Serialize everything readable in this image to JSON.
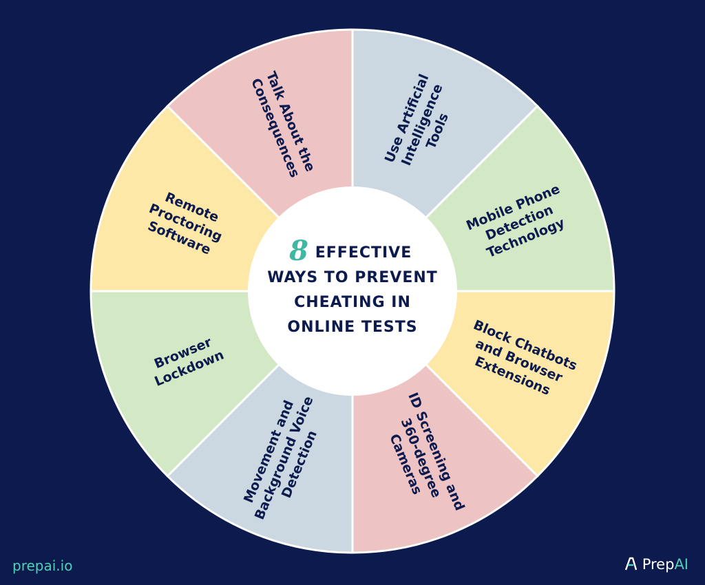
{
  "center": {
    "number": "8",
    "lines": [
      "EFFECTIVE",
      "WAYS TO PREVENT",
      "CHEATING IN",
      "ONLINE TESTS"
    ]
  },
  "segments": [
    {
      "label_lines": [
        "Use Artificial",
        "Intelligence",
        "Tools"
      ],
      "color": "#cbd8e1"
    },
    {
      "label_lines": [
        "Mobile Phone",
        "Detection",
        "Technology"
      ],
      "color": "#d3e9c6"
    },
    {
      "label_lines": [
        "Block Chatbots",
        "and Browser",
        "Extensions"
      ],
      "color": "#fde8a8"
    },
    {
      "label_lines": [
        "ID Screening and",
        "360-degree",
        "Cameras"
      ],
      "color": "#edc3c3"
    },
    {
      "label_lines": [
        "Movement and",
        "Background Voice",
        "Detection"
      ],
      "color": "#cbd8e1"
    },
    {
      "label_lines": [
        "Browser",
        "Lockdown"
      ],
      "color": "#d3e9c6"
    },
    {
      "label_lines": [
        "Remote",
        "Proctoring",
        "Software"
      ],
      "color": "#fde8a8"
    },
    {
      "label_lines": [
        "Talk About the",
        "Consequences"
      ],
      "color": "#edc3c3"
    }
  ],
  "footer": {
    "site": "prepai.io",
    "brand_prefix": "Prep",
    "brand_suffix": "AI"
  },
  "colors": {
    "background": "#0c1a4d",
    "text_dark": "#0c1a4d",
    "accent": "#3fb8a2",
    "center_fill": "#ffffff"
  }
}
